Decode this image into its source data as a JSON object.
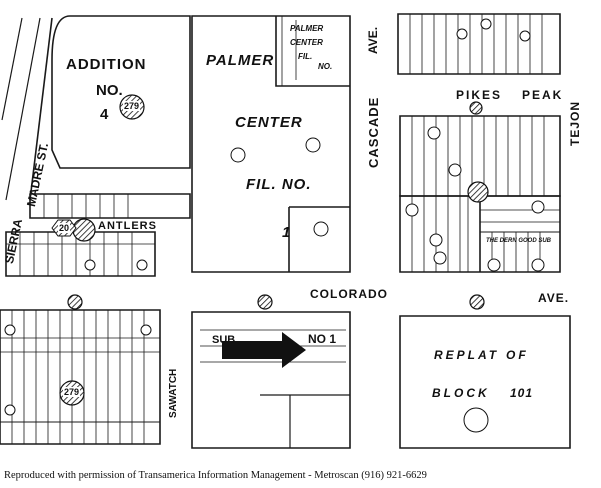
{
  "map": {
    "labels": {
      "addition": "ADDITION",
      "no": "NO.",
      "four": "4",
      "madre_st": "MADRE   ST.",
      "sierra": "SIERRA",
      "antlers": "ANTLERS",
      "palmer": "PALMER",
      "center": "CENTER",
      "fil_no": "FIL. NO.",
      "one": "1",
      "palmer_small": "PALMER",
      "center_small": "CENTER",
      "fil_small": "FIL.",
      "no_small": "NO.",
      "ave_top": "AVE.",
      "cascade": "CASCADE",
      "pikes": "PIKES",
      "peak": "PEAK",
      "tejon": "TEJON",
      "colorado": "COLORADO",
      "ave_colorado": "AVE.",
      "sawatch": "SAWATCH",
      "replat": "REPLAT",
      "of": "OF",
      "block": "BLOCK",
      "block_num": "101",
      "no1": "NO 1",
      "sub": "SUB",
      "the_dern_good_sub": "THE DERN GOOD SUB"
    },
    "markers": {
      "c279": "279",
      "c20": "20"
    },
    "arrow_color": "#111111",
    "line_color": "#1a1a1a"
  },
  "footer": {
    "credit": "Reproduced with permission of Transamerica Information Management - Metroscan (916) 921-6629"
  }
}
